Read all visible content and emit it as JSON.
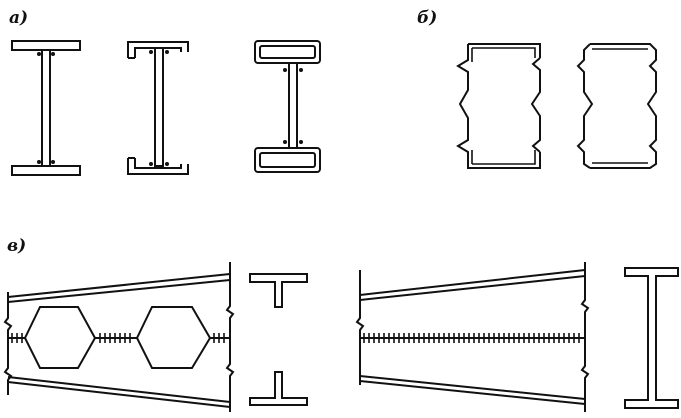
{
  "labels": {
    "a": "а)",
    "b": "б)",
    "v": "в)"
  },
  "colors": {
    "stroke": "#111111",
    "background": "#ffffff"
  }
}
